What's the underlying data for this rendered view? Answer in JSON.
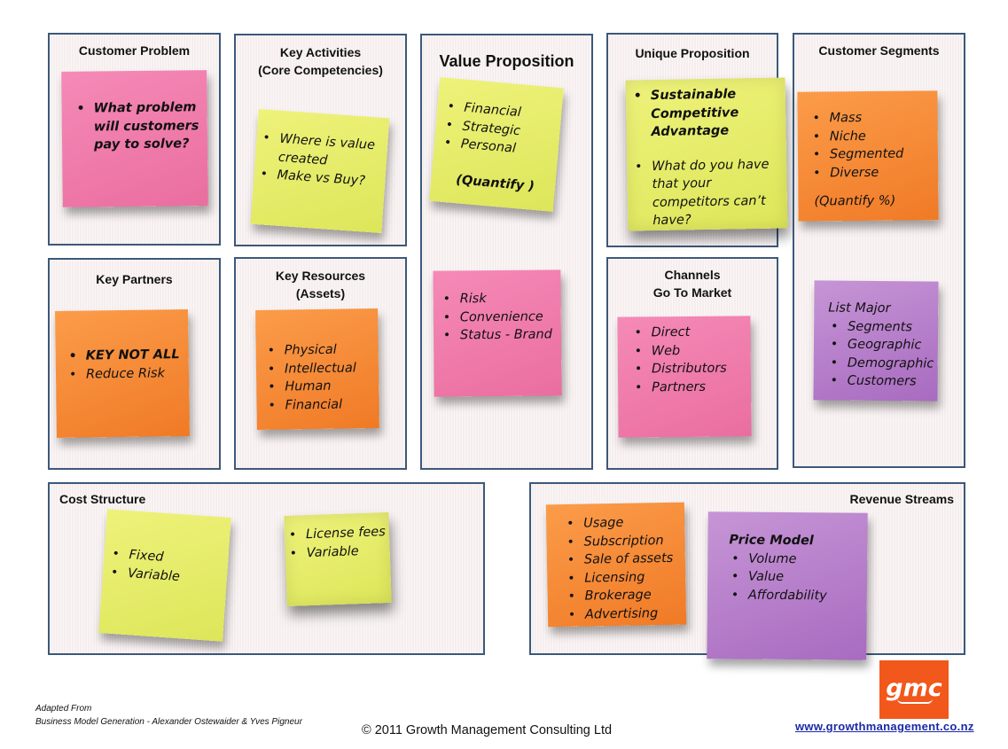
{
  "boxes": {
    "customer_problem": {
      "title": "Customer Problem",
      "notes": [
        [
          "What problem will customers pay to solve?"
        ]
      ]
    },
    "key_activities": {
      "title": "Key Activities\n(Core Competencies)",
      "items": [
        "Where is value created",
        "Make  vs Buy?"
      ]
    },
    "value_proposition": {
      "title": "Value Proposition",
      "items": [
        "Financial",
        "Strategic",
        "Personal"
      ],
      "extra": "(Quantify )",
      "items2": [
        "Risk",
        "Convenience",
        "Status - Brand"
      ]
    },
    "unique_proposition": {
      "title": "Unique Proposition",
      "item1": "Sustainable Competitive Advantage",
      "item2": "What do you have that your competitors can’t have?"
    },
    "customer_segments": {
      "title": "Customer Segments",
      "items": [
        "Mass",
        "Niche",
        "Segmented",
        "Diverse"
      ],
      "extra": "(Quantify %)",
      "list_label": "List Major",
      "list_items": [
        "Segments",
        "Geographic",
        "Demographic",
        "Customers"
      ]
    },
    "key_partners": {
      "title": "Key Partners",
      "items": [
        "KEY NOT ALL",
        "Reduce Risk"
      ]
    },
    "key_resources": {
      "title": "Key Resources\n(Assets)",
      "items": [
        "Physical",
        "Intellectual",
        "Human",
        "Financial"
      ]
    },
    "channels": {
      "title": "Channels\nGo To Market",
      "items": [
        "Direct",
        "Web",
        "Distributors",
        "Partners"
      ]
    },
    "cost_structure": {
      "title": "Cost Structure",
      "items": [
        "Fixed",
        "Variable"
      ],
      "items2": [
        "License fees",
        "Variable"
      ]
    },
    "revenue_streams": {
      "title": "Revenue Streams",
      "items": [
        "Usage",
        "Subscription",
        "Sale of assets",
        "Licensing",
        "Brokerage",
        "Advertising"
      ],
      "price_title": "Price Model",
      "price_items": [
        "Volume",
        "Value",
        "Affordability"
      ]
    }
  },
  "footer": {
    "adapted_line1": "Adapted From",
    "adapted_line2": "Business Model Generation - Alexander Ostewaider & Yves Pigneur",
    "copyright": "© 2011 Growth Management Consulting Ltd",
    "logo_text": "gmc",
    "website": "www.growthmanagement.co.nz"
  },
  "colors": {
    "border": "#3d5879",
    "panel": "#f6eeee",
    "pink": "#ef7aac",
    "yellow": "#e6ec68",
    "orange": "#f58b36",
    "purple": "#b47fca",
    "logo": "#f2571c"
  }
}
